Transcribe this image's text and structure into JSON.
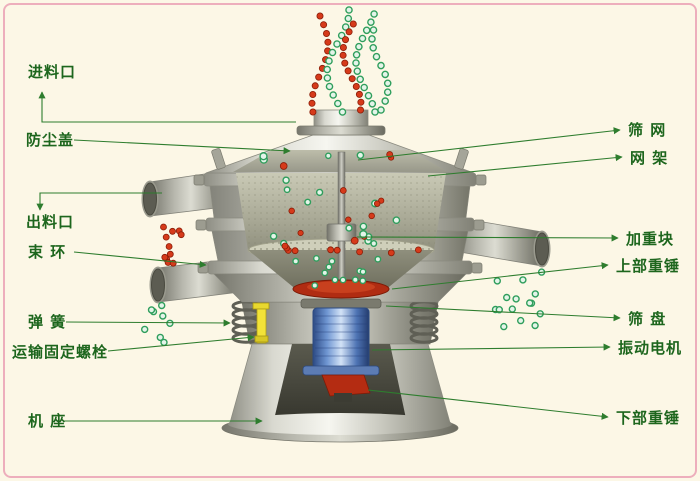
{
  "labels": {
    "left": [
      {
        "text": "进料口"
      },
      {
        "text": "防尘盖"
      },
      {
        "text": "出料口"
      },
      {
        "text": "束 环"
      },
      {
        "text": "弹 簧"
      },
      {
        "text": "运输固定螺栓"
      },
      {
        "text": "机 座"
      }
    ],
    "right": [
      {
        "text": "筛 网"
      },
      {
        "text": "网 架"
      },
      {
        "text": "加重块"
      },
      {
        "text": "上部重锤"
      },
      {
        "text": "筛 盘"
      },
      {
        "text": "振动电机"
      },
      {
        "text": "下部重锤"
      }
    ]
  },
  "palette": {
    "background": "#fcf7e6",
    "border": "#edaebc",
    "label_text": "#1d661d",
    "pointer_line": "#2e7d2e",
    "particle_red": "#d63a1a",
    "particle_green": "#2f9e5c",
    "motor_blue": "#3c62a8",
    "accent_red": "#b02c12",
    "bolt_yellow": "#f2e338",
    "metal_light": "#f6f6f0",
    "metal_dark": "#818176"
  }
}
